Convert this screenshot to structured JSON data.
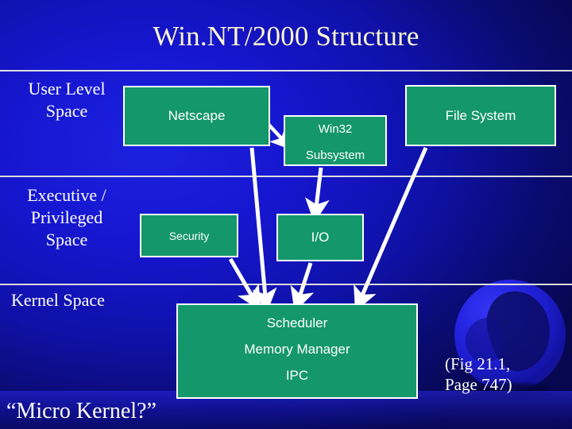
{
  "slide": {
    "title": "Win.NT/2000 Structure",
    "type": "architecture-layer-diagram"
  },
  "layers": [
    {
      "id": "user",
      "label": "User Level\nSpace"
    },
    {
      "id": "executive",
      "label": "Executive /\nPrivileged\nSpace"
    },
    {
      "id": "kernel",
      "label": "Kernel Space"
    }
  ],
  "boxes": {
    "netscape": {
      "label": "Netscape"
    },
    "win32": {
      "line1": "Win32",
      "line2": "Subsystem"
    },
    "filesystem": {
      "label": "File System"
    },
    "security": {
      "label": "Security"
    },
    "io": {
      "label": "I/O"
    },
    "kernel": {
      "line1": "Scheduler",
      "line2": "Memory Manager",
      "line3": "IPC"
    }
  },
  "annotations": {
    "micro_kernel": "“Micro Kernel?”",
    "figure_reference": "(Fig 21.1,\nPage 747)"
  },
  "colors": {
    "background_blue": "#1414bb",
    "background_dark": "#070758",
    "box_green": "#14976a",
    "box_border": "#ffffff",
    "title_cream": "#fbf6cf",
    "text_white": "#ffffff",
    "rule_grey": "#dcdcdc"
  },
  "chart_data": {
    "type": "diagram",
    "title": "Win.NT/2000 Structure",
    "layers": [
      "User Level Space",
      "Executive / Privileged Space",
      "Kernel Space"
    ],
    "nodes": [
      {
        "id": "netscape",
        "label": "Netscape",
        "layer": "User Level Space"
      },
      {
        "id": "win32",
        "label": "Win32 Subsystem",
        "layer": "User Level Space"
      },
      {
        "id": "filesystem",
        "label": "File System",
        "layer": "User Level Space"
      },
      {
        "id": "security",
        "label": "Security",
        "layer": "Executive / Privileged Space"
      },
      {
        "id": "io",
        "label": "I/O",
        "layer": "Executive / Privileged Space"
      },
      {
        "id": "kernel",
        "label": "Scheduler / Memory Manager / IPC",
        "layer": "Kernel Space"
      }
    ],
    "edges": [
      {
        "from": "netscape",
        "to": "win32",
        "style": "arrow"
      },
      {
        "from": "netscape",
        "to": "kernel",
        "style": "arrow"
      },
      {
        "from": "win32",
        "to": "io",
        "style": "arrow"
      },
      {
        "from": "io",
        "to": "kernel",
        "style": "arrow"
      },
      {
        "from": "security",
        "to": "kernel",
        "style": "arrow"
      },
      {
        "from": "filesystem",
        "to": "kernel",
        "style": "arrow"
      }
    ]
  }
}
